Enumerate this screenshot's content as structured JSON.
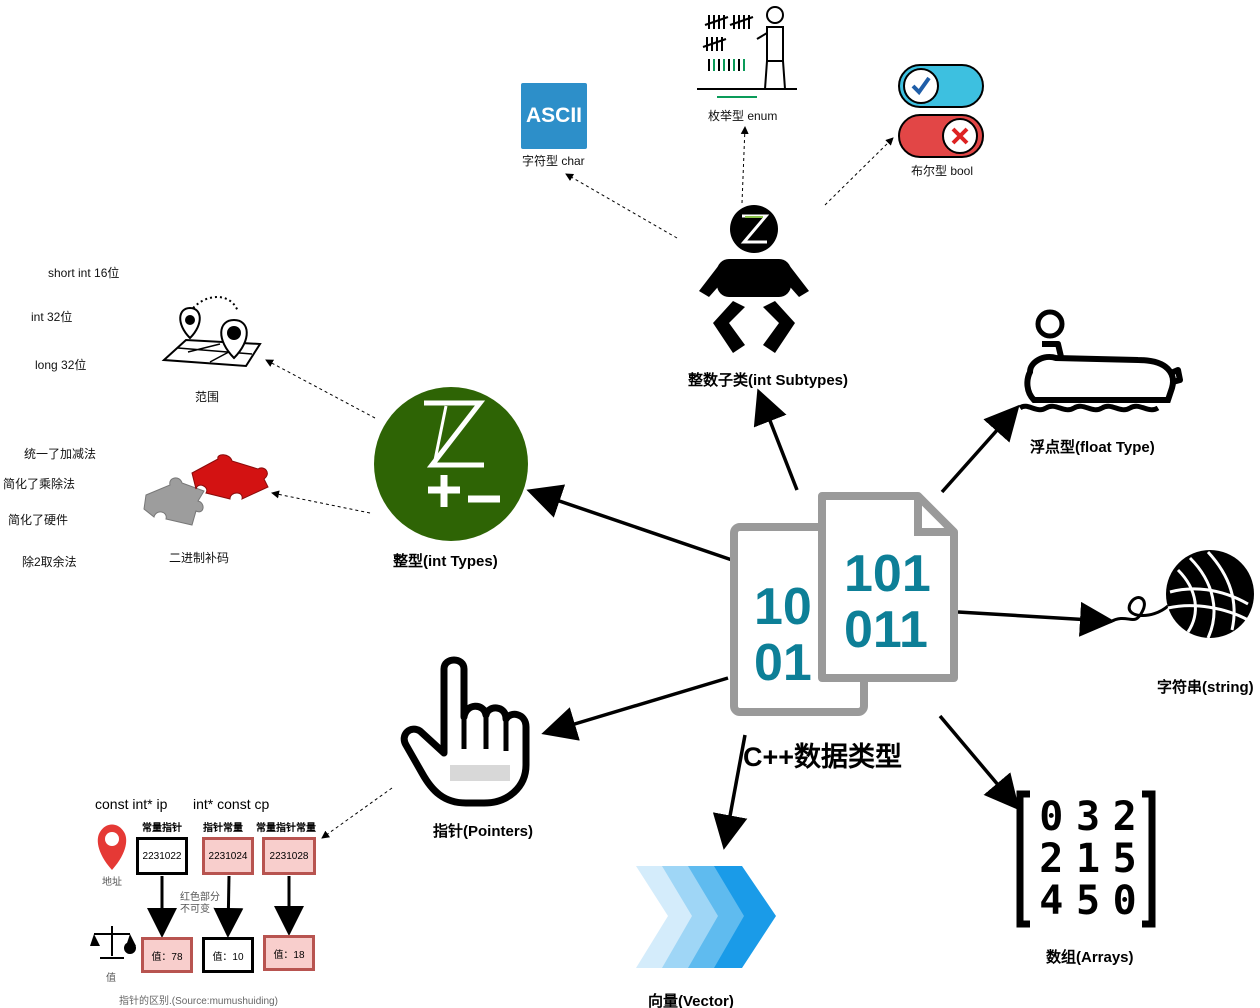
{
  "center": {
    "title": "C++数据类型",
    "bin_left": [
      "10",
      "01"
    ],
    "bin_right": [
      "101",
      "011"
    ]
  },
  "nodes": {
    "int_types": "整型(int Types)",
    "int_subtypes": "整数子类(int Subtypes)",
    "float": "浮点型(float Type)",
    "string": "字符串(string)",
    "arrays": "数组(Arrays)",
    "vector": "向量(Vector)",
    "pointers": "指针(Pointers)"
  },
  "subtypes": {
    "char": "字符型 char",
    "enum": "枚举型 enum",
    "bool": "布尔型 bool",
    "ascii": "ASCII"
  },
  "range": {
    "label": "范围",
    "items": [
      "short int 16位",
      "int 32位",
      "long 32位"
    ]
  },
  "complement": {
    "label": "二进制补码",
    "items": [
      "统一了加减法",
      "简化了乘除法",
      "简化了硬件",
      "除2取余法"
    ]
  },
  "arrays_digits": [
    [
      "0",
      "3",
      "2"
    ],
    [
      "2",
      "1",
      "5"
    ],
    [
      "4",
      "5",
      "0"
    ]
  ],
  "pointer_detail": {
    "head_ip": "const int* ip",
    "head_cp": "int* const cp",
    "col1": "常量指针",
    "col2": "指针常量",
    "col3": "常量指针常量",
    "addr1": "2231022",
    "addr2": "2231024",
    "addr3": "2231028",
    "val1": "值：78",
    "val2": "值：10",
    "val3": "值：18",
    "addr_label": "地址",
    "val_label": "值",
    "note": "红色部分\n不可变",
    "caption": "指针的区别.(Source:mumushuiding)"
  },
  "colors": {
    "z_green": "#2e6405",
    "teal": "#0d7f97",
    "accent_red": "#b85450"
  }
}
